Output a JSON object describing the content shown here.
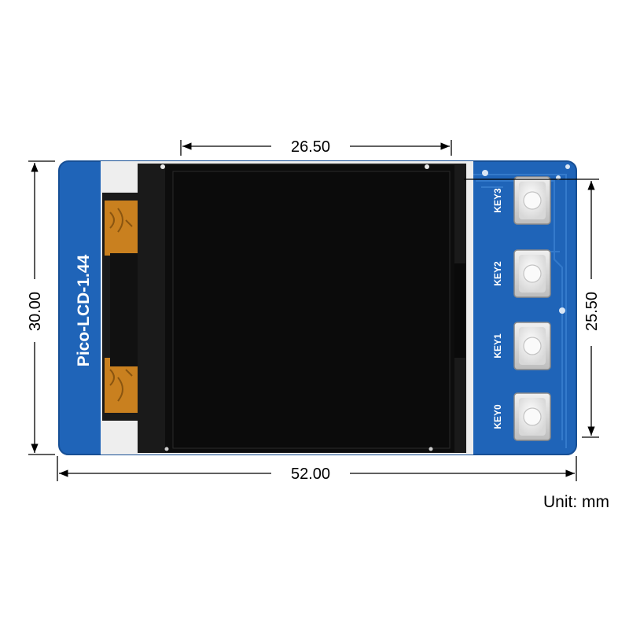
{
  "dimensions": {
    "top_width": "26.50",
    "left_height": "30.00",
    "right_height": "25.50",
    "bottom_width": "52.00"
  },
  "board": {
    "label": "Pico-LCD-1.44",
    "keys": [
      "KEY3",
      "KEY2",
      "KEY1",
      "KEY0"
    ]
  },
  "unit_label": "Unit: mm",
  "colors": {
    "pcb": "#1f64b8",
    "screen": "#0b0b0b",
    "dimension_line": "#000000"
  }
}
